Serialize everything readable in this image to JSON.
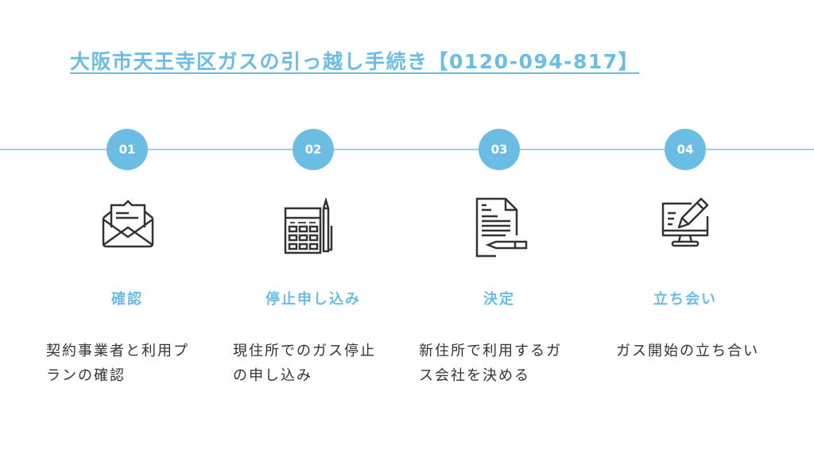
{
  "header": {
    "title": "大阪市天王寺区ガスの引っ越し手続き【0120-094-817】"
  },
  "colors": {
    "accent": "#6cbde4",
    "line": "#9ad3e8",
    "text": "#333333"
  },
  "steps": [
    {
      "number": "01",
      "icon": "envelope-icon",
      "title": "確認",
      "desc_lines": [
        "契約事業者と利用プ",
        "ランの確認"
      ]
    },
    {
      "number": "02",
      "icon": "calculator-icon",
      "title": "停止申し込み",
      "desc_lines": [
        "現住所でのガス停止",
        "の申し込み"
      ]
    },
    {
      "number": "03",
      "icon": "document-icon",
      "title": "決定",
      "desc_lines": [
        "新住所で利用するガ",
        "ス会社を決める"
      ]
    },
    {
      "number": "04",
      "icon": "monitor-pencil-icon",
      "title": "立ち会い",
      "desc_lines": [
        "ガス開始の立ち合い"
      ]
    }
  ]
}
